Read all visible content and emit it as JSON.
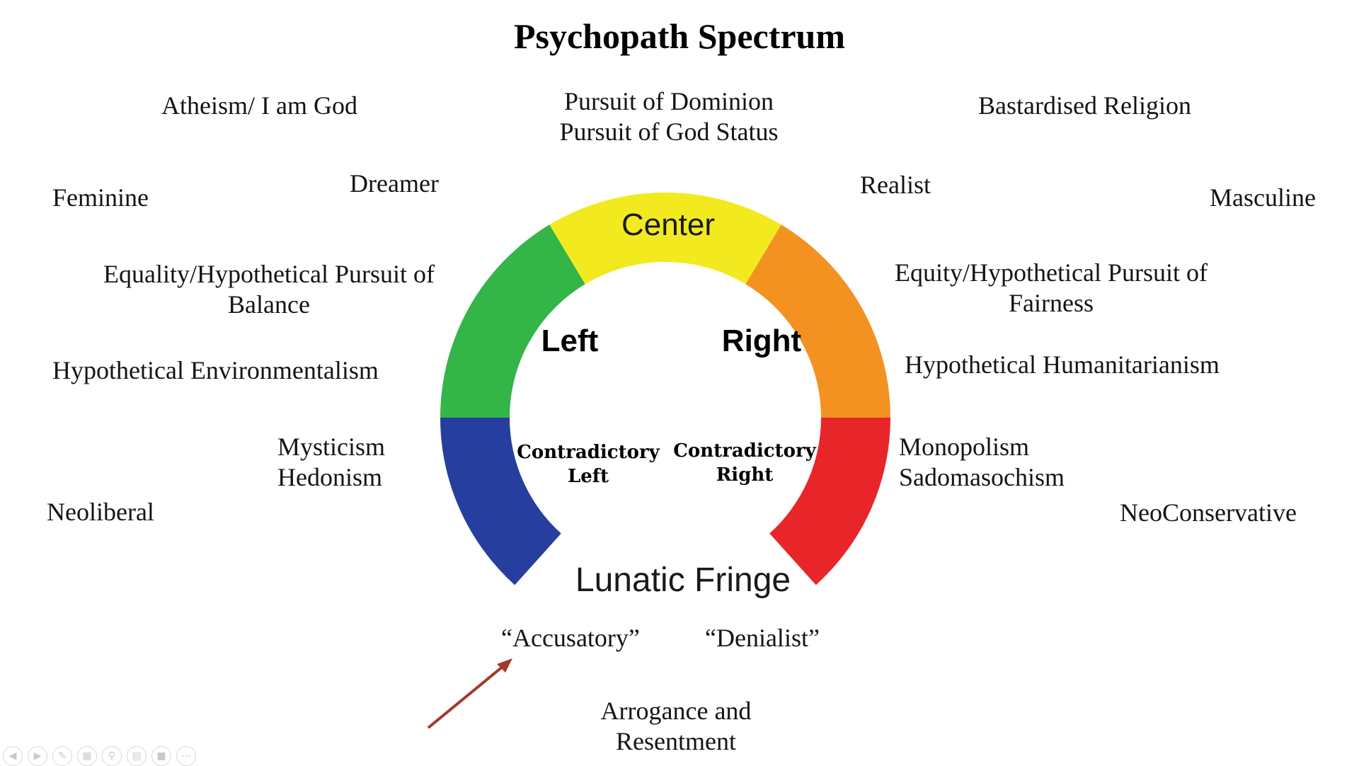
{
  "title": "Psychopath Spectrum",
  "top_labels": {
    "left": "Atheism/ I am God",
    "center_line1": "Pursuit of Dominion",
    "center_line2": "Pursuit of God Status",
    "right": "Bastardised Religion"
  },
  "left_side": {
    "feminine": "Feminine",
    "dreamer": "Dreamer",
    "equality_line1": "Equality/Hypothetical Pursuit of",
    "equality_line2": "Balance",
    "environmentalism": "Hypothetical Environmentalism",
    "mysticism": "Mysticism",
    "hedonism": "Hedonism",
    "neoliberal": "Neoliberal"
  },
  "right_side": {
    "realist": "Realist",
    "masculine": "Masculine",
    "equity_line1": "Equity/Hypothetical Pursuit of",
    "equity_line2": "Fairness",
    "humanitarianism": "Hypothetical Humanitarianism",
    "monopolism": "Monopolism",
    "sadomasochism": "Sadomasochism",
    "neoconservative": "NeoConservative"
  },
  "wheel": {
    "center": "Center",
    "left": "Left",
    "right": "Right",
    "contradictory_left_line1": "Contradictory",
    "contradictory_left_line2": "Left",
    "contradictory_right_line1": "Contradictory",
    "contradictory_right_line2": "Right",
    "lunatic_fringe": "Lunatic Fringe",
    "colors": {
      "center": "#f2ea1f",
      "left": "#33b548",
      "right": "#f39220",
      "contradictory_left": "#263e9e",
      "contradictory_right": "#e8262a"
    }
  },
  "bottom": {
    "accusatory": "“Accusatory”",
    "denialist": "“Denialist”",
    "arrogance_line1": "Arrogance and",
    "arrogance_line2": "Resentment",
    "arrow_color": "#a23a2a"
  },
  "toolbar_icons": [
    "prev-icon",
    "play-icon",
    "pen-icon",
    "slides-icon",
    "zoom-icon",
    "subtitles-icon",
    "camera-off-icon",
    "more-icon"
  ]
}
